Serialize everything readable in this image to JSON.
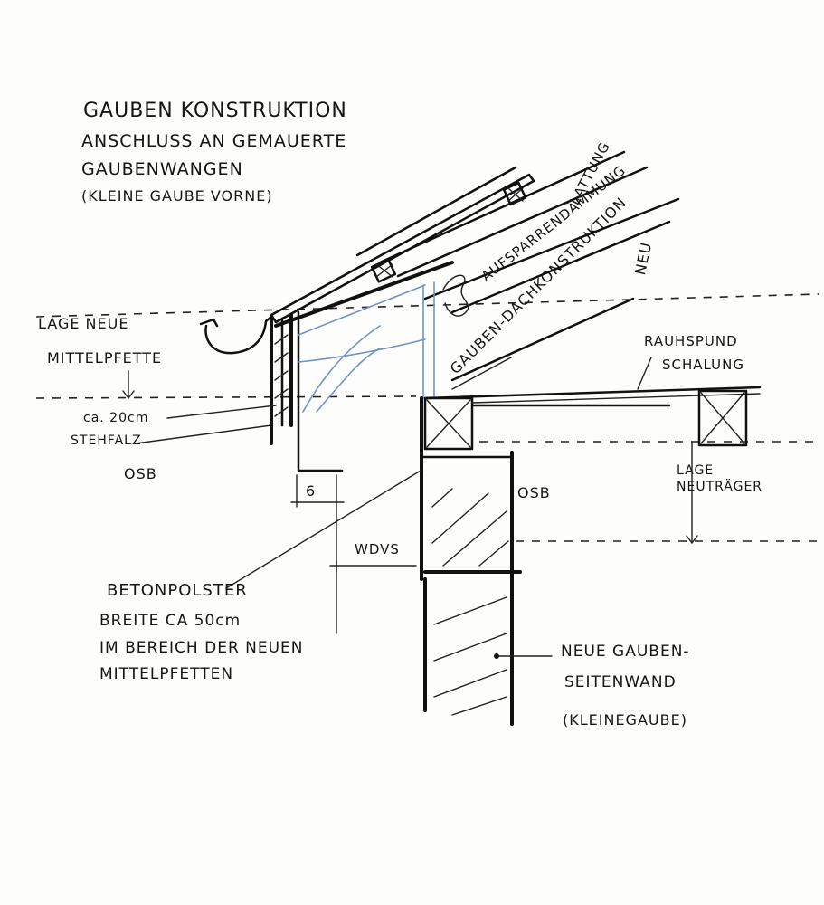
{
  "title": {
    "line1": "GAUBEN KONSTRUKTION",
    "line2": "ANSCHLUSS AN GEMAUERTE",
    "line3": "GAUBENWANGEN",
    "line4": "(KLEINE GAUBE VORNE)"
  },
  "labels": {
    "lattung": "LATTUNG",
    "aufsparrendaemmung": "AUFSPARRENDÄMMUNG",
    "gauben_dach_1": "GAUBEN-DACHKONSTRUKTION",
    "gauben_dach_2": "NEU",
    "rauhspund_1": "RAUHSPUND",
    "rauhspund_2": "SCHALUNG",
    "lage_neue_1": "LAGE NEUE",
    "lage_neue_2": "MITTELPFETTE",
    "ca20": "ca. 20cm",
    "stehfalz": "STEHFALZ",
    "osb_left": "OSB",
    "osb_right": "OSB",
    "dim_6": "6",
    "wdvs": "WDVS",
    "lage_neutraeger_1": "LAGE",
    "lage_neutraeger_2": "NEUTRÄGER",
    "betonpolster_1": "BETONPOLSTER",
    "betonpolster_2": "BREITE CA 50cm",
    "betonpolster_3": "IM BEREICH DER NEUEN",
    "betonpolster_4": "MITTELPFETTEN",
    "seitenwand_1": "NEUE GAUBEN-",
    "seitenwand_2": "SEITENWAND",
    "seitenwand_3": "(KLEINEGAUBE)"
  }
}
